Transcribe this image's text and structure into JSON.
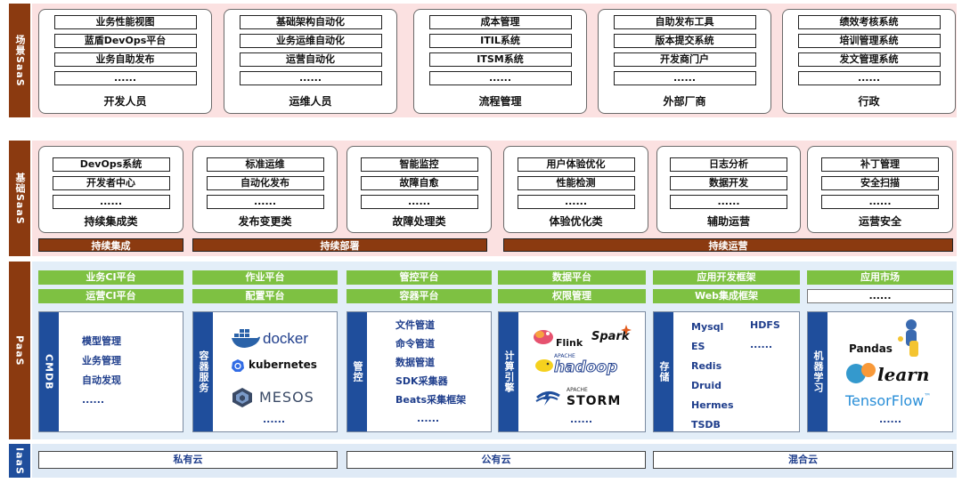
{
  "layers": {
    "scene_saas": "场景SaaS",
    "base_saas": "基础SaaS",
    "paas": "PaaS",
    "iaas": "IaaS"
  },
  "scene_cards": [
    {
      "items": [
        "业务性能视图",
        "蓝盾DevOps平台",
        "业务自助发布",
        "......"
      ],
      "label": "开发人员"
    },
    {
      "items": [
        "基础架构自动化",
        "业务运维自动化",
        "运营自动化",
        "......"
      ],
      "label": "运维人员"
    },
    {
      "items": [
        "成本管理",
        "ITIL系统",
        "ITSM系统",
        "......"
      ],
      "label": "流程管理"
    },
    {
      "items": [
        "自助发布工具",
        "版本提交系统",
        "开发商门户",
        "......"
      ],
      "label": "外部厂商"
    },
    {
      "items": [
        "绩效考核系统",
        "培训管理系统",
        "发文管理系统",
        "......"
      ],
      "label": "行政"
    }
  ],
  "base_cards": [
    {
      "items": [
        "DevOps系统",
        "开发者中心",
        "......"
      ],
      "label": "持续集成类"
    },
    {
      "items": [
        "标准运维",
        "自动化发布",
        "......"
      ],
      "label": "发布变更类"
    },
    {
      "items": [
        "智能监控",
        "故障自愈",
        "......"
      ],
      "label": "故障处理类"
    },
    {
      "items": [
        "用户体验优化",
        "性能检测",
        "......"
      ],
      "label": "体验优化类"
    },
    {
      "items": [
        "日志分析",
        "数据开发",
        "......"
      ],
      "label": "辅助运营"
    },
    {
      "items": [
        "补丁管理",
        "安全扫描",
        "......"
      ],
      "label": "运营安全"
    }
  ],
  "base_bars": [
    "持续集成",
    "持续部署",
    "持续运营"
  ],
  "paas_top": [
    [
      "业务CI平台",
      "运营CI平台"
    ],
    [
      "作业平台",
      "配置平台"
    ],
    [
      "管控平台",
      "容器平台"
    ],
    [
      "数据平台",
      "权限管理"
    ],
    [
      "应用开发框架",
      "Web集成框架"
    ],
    [
      "应用市场",
      "......"
    ]
  ],
  "paas_cards": {
    "cmdb": {
      "title": "CMDB",
      "items": [
        "模型管理",
        "业务管理",
        "自动发现",
        "......"
      ]
    },
    "container": {
      "title": "容器服务",
      "logos": [
        "docker",
        "kubernetes",
        "MESOS"
      ],
      "more": "......"
    },
    "control": {
      "title": "管控",
      "items": [
        "文件管道",
        "命令管道",
        "数据管道",
        "SDK采集器",
        "Beats采集框架",
        "......"
      ]
    },
    "compute": {
      "title": "计算引擎",
      "logos": [
        "Flink",
        "Spark",
        "APACHE",
        "hadoop",
        "APACHE",
        "STORM"
      ],
      "more": "......"
    },
    "storage": {
      "title": "存储",
      "col1": [
        "Mysql",
        "ES",
        "Redis",
        "Druid",
        "Hermes",
        "TSDB"
      ],
      "col2": [
        "HDFS",
        "......"
      ]
    },
    "ml": {
      "title": "机器学习",
      "logos": [
        "Pandas",
        "scikit",
        "learn",
        "TensorFlow"
      ],
      "tm": "™",
      "more": "......"
    }
  },
  "iaas": [
    "私有云",
    "公有云",
    "混合云"
  ],
  "colors": {
    "brown": "#8b3a10",
    "blue": "#1f4e9c",
    "green": "#7ec142",
    "pink_band": "#fbe1e1",
    "blue_band": "#e3eef8"
  }
}
